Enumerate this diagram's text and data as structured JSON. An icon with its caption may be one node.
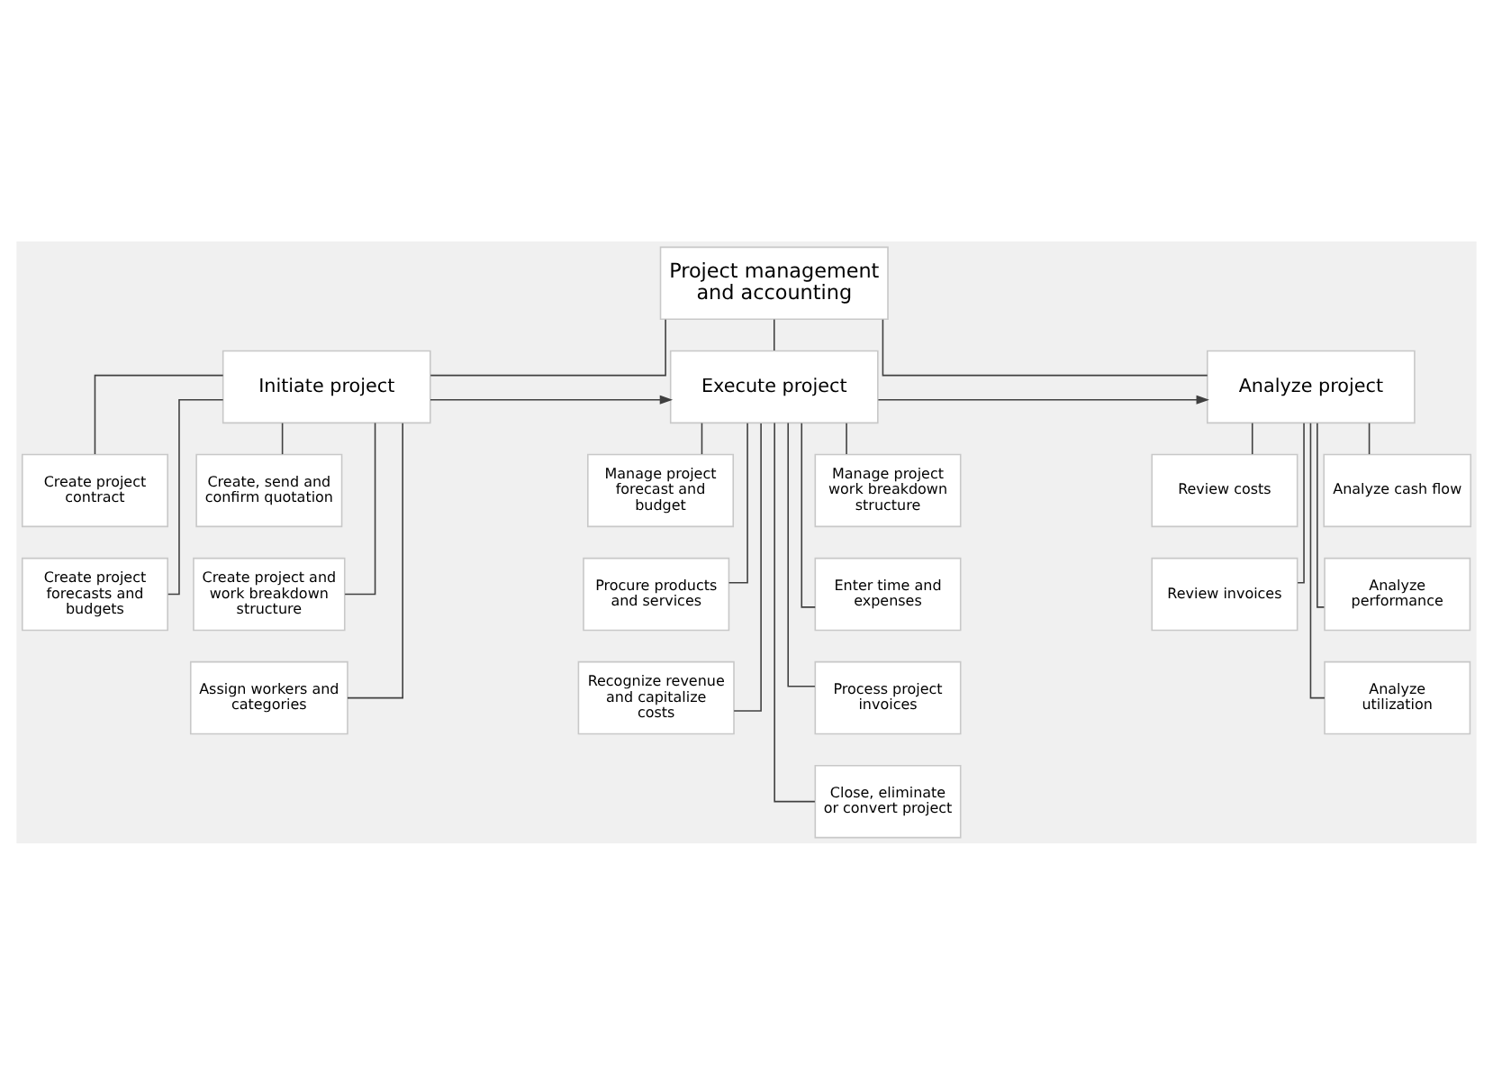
{
  "diagram": {
    "nodes": [
      {
        "text": [
          "Project management and accounting"
        ]
      },
      {
        "text": [
          "Initiate project"
        ]
      },
      {
        "text": [
          "Execute project"
        ]
      },
      {
        "text": [
          "Analyze project"
        ]
      },
      {
        "text": [
          "Create, send and confirm quotation"
        ]
      },
      {
        "text": [
          "Create project contract"
        ]
      },
      {
        "text": [
          "Create project and work breakdown structure"
        ]
      },
      {
        "text": [
          "Create project forecasts and budgets"
        ]
      },
      {
        "text": [
          "Assign workers and categories"
        ]
      },
      {
        "text": [
          "Manage project work breakdown structure"
        ]
      },
      {
        "text": [
          "Manage project forecast and budget"
        ]
      },
      {
        "text": [
          "Enter time and expenses"
        ]
      },
      {
        "text": [
          "Procure products and services"
        ]
      },
      {
        "text": [
          "Process project invoices"
        ]
      },
      {
        "text": [
          "Recognize revenue and capitalize costs"
        ]
      },
      {
        "text": [
          "Close, eliminate or convert project"
        ]
      },
      {
        "text": [
          "Analyze cash flow"
        ]
      },
      {
        "text": [
          "Review costs"
        ]
      },
      {
        "text": [
          "Analyze performance"
        ]
      },
      {
        "text": [
          "Review invoices"
        ]
      },
      {
        "text": [
          "Analyze utilization"
        ]
      }
    ],
    "edges": [
      {
        "from": 0,
        "to": 1,
        "arrow": "none"
      },
      {
        "from": 0,
        "to": 2,
        "arrow": "none"
      },
      {
        "from": 0,
        "to": 3,
        "arrow": "none"
      },
      {
        "from": 1,
        "to": 2,
        "arrow": "to"
      },
      {
        "from": 2,
        "to": 3,
        "arrow": "to"
      },
      {
        "from": 1,
        "to": 4,
        "arrow": "none"
      },
      {
        "from": 1,
        "to": 5,
        "arrow": "none"
      },
      {
        "from": 1,
        "to": 6,
        "arrow": "none"
      },
      {
        "from": 1,
        "to": 7,
        "arrow": "none"
      },
      {
        "from": 1,
        "to": 8,
        "arrow": "none"
      },
      {
        "from": 2,
        "to": 9,
        "arrow": "none"
      },
      {
        "from": 2,
        "to": 10,
        "arrow": "none"
      },
      {
        "from": 2,
        "to": 11,
        "arrow": "none"
      },
      {
        "from": 2,
        "to": 12,
        "arrow": "none"
      },
      {
        "from": 2,
        "to": 13,
        "arrow": "none"
      },
      {
        "from": 2,
        "to": 14,
        "arrow": "none"
      },
      {
        "from": 2,
        "to": 15,
        "arrow": "none"
      },
      {
        "from": 3,
        "to": 16,
        "arrow": "none"
      },
      {
        "from": 3,
        "to": 17,
        "arrow": "none"
      },
      {
        "from": 3,
        "to": 18,
        "arrow": "none"
      },
      {
        "from": 3,
        "to": 19,
        "arrow": "none"
      },
      {
        "from": 3,
        "to": 20,
        "arrow": "none"
      }
    ]
  }
}
